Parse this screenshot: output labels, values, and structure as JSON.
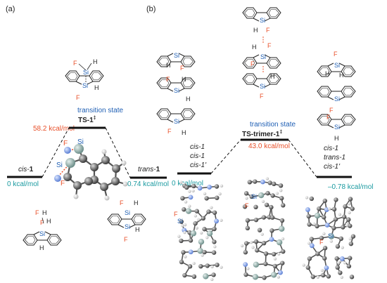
{
  "panel_a": {
    "tag": "(a)",
    "ts_caption": "transition state",
    "ts_name": "TS-1",
    "ts_mark": "‡",
    "ts_energy": "58.2 kcal/mol",
    "left_species": "cis-",
    "left_species_num": "1",
    "left_energy": "0 kcal/mol",
    "right_species": "trans-",
    "right_species_num": "1",
    "right_energy": "0.74 kcal/mol"
  },
  "panel_b": {
    "tag": "(b)",
    "ts_caption": "transition state",
    "ts_name": "TS-trimer-1",
    "ts_mark": "‡",
    "ts_energy": "43.0 kcal/mol",
    "left_stack": [
      "cis-1",
      "cis-1",
      "cis-1'"
    ],
    "left_energy": "0 kcal/mol",
    "right_stack": [
      "cis-1",
      "trans-1",
      "cis-1'"
    ],
    "right_energy": "–0.78 kcal/mol"
  },
  "atoms": {
    "si": "Si",
    "f": "F",
    "h": "H"
  },
  "colors": {
    "energy_red": "#e8502a",
    "energy_teal": "#1a9aa0",
    "caption_blue": "#1f5fb4",
    "si_blue": "#1f5fb4",
    "f_red": "#e8502a"
  }
}
